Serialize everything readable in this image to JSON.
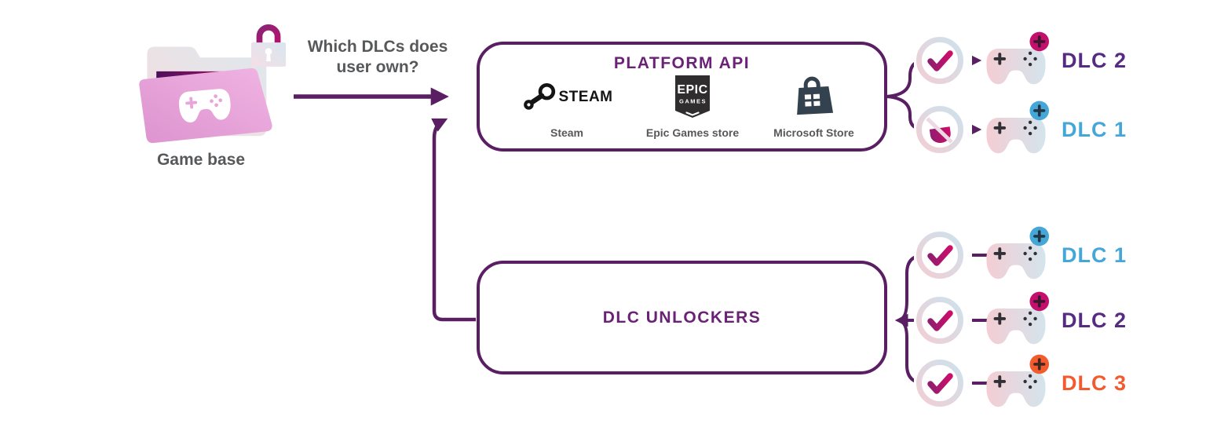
{
  "colors": {
    "line_purple": "#5a1e63",
    "title_purple": "#6b2177",
    "text_gray": "#57585a",
    "dlc_purple": "#562c83",
    "dlc_blue": "#45a7d8",
    "dlc_orange": "#f15b2d",
    "badge_magenta": "#c2106c",
    "epic_dark": "#2f2d2e",
    "microsoft_slate": "#33424e",
    "steam_black": "#141414"
  },
  "source": {
    "label": "Game base"
  },
  "question": {
    "line1": "Which DLCs does",
    "line2": "user own?"
  },
  "platform_api": {
    "title": "PLATFORM API",
    "platforms": [
      {
        "icon": "steam-icon",
        "wordmark": "STEAM",
        "label": "Steam"
      },
      {
        "icon": "epic-games-icon",
        "badge_line1": "EPIC",
        "badge_line2": "GAMES",
        "label": "Epic Games store"
      },
      {
        "icon": "microsoft-store-icon",
        "label": "Microsoft Store"
      }
    ]
  },
  "dlc_unlockers": {
    "title": "DLC UNLOCKERS"
  },
  "platform_results": [
    {
      "label": "DLC 2",
      "status": "owned",
      "status_icon": "check-icon",
      "label_color": "#562c83",
      "badge_color": "#c2106c"
    },
    {
      "label": "DLC 1",
      "status": "not owned",
      "status_icon": "blocked-icon",
      "label_color": "#45a7d8",
      "badge_color": "#45a7d8"
    }
  ],
  "unlocker_results": [
    {
      "label": "DLC 1",
      "status": "unlocked",
      "status_icon": "check-icon",
      "label_color": "#45a7d8",
      "badge_color": "#45a7d8"
    },
    {
      "label": "DLC 2",
      "status": "unlocked",
      "status_icon": "check-icon",
      "label_color": "#562c83",
      "badge_color": "#c2106c"
    },
    {
      "label": "DLC 3",
      "status": "unlocked",
      "status_icon": "check-icon",
      "label_color": "#f15b2d",
      "badge_color": "#f15b2d"
    }
  ]
}
